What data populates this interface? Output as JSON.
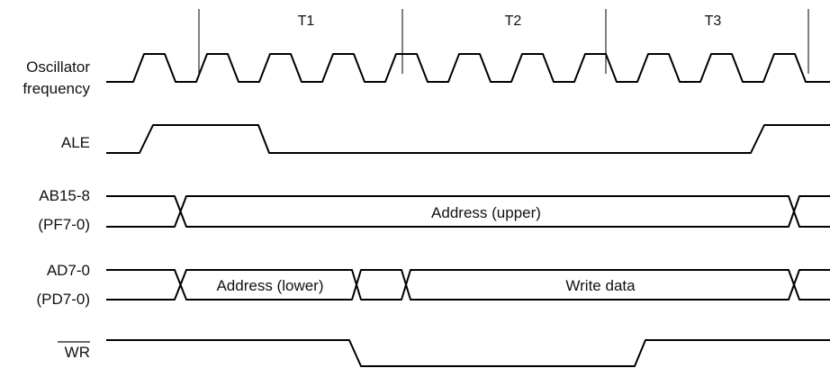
{
  "periods": [
    "T1",
    "T2",
    "T3"
  ],
  "signals": {
    "oscillator": [
      "Oscillator",
      "frequency"
    ],
    "ale": "ALE",
    "ab": [
      "AB15-8",
      "(PF7-0)"
    ],
    "ad": [
      "AD7-0",
      "(PD7-0)"
    ],
    "wr": "WR"
  },
  "bus_labels": {
    "address_upper": "Address (upper)",
    "address_lower": "Address (lower)",
    "write_data": "Write data"
  }
}
